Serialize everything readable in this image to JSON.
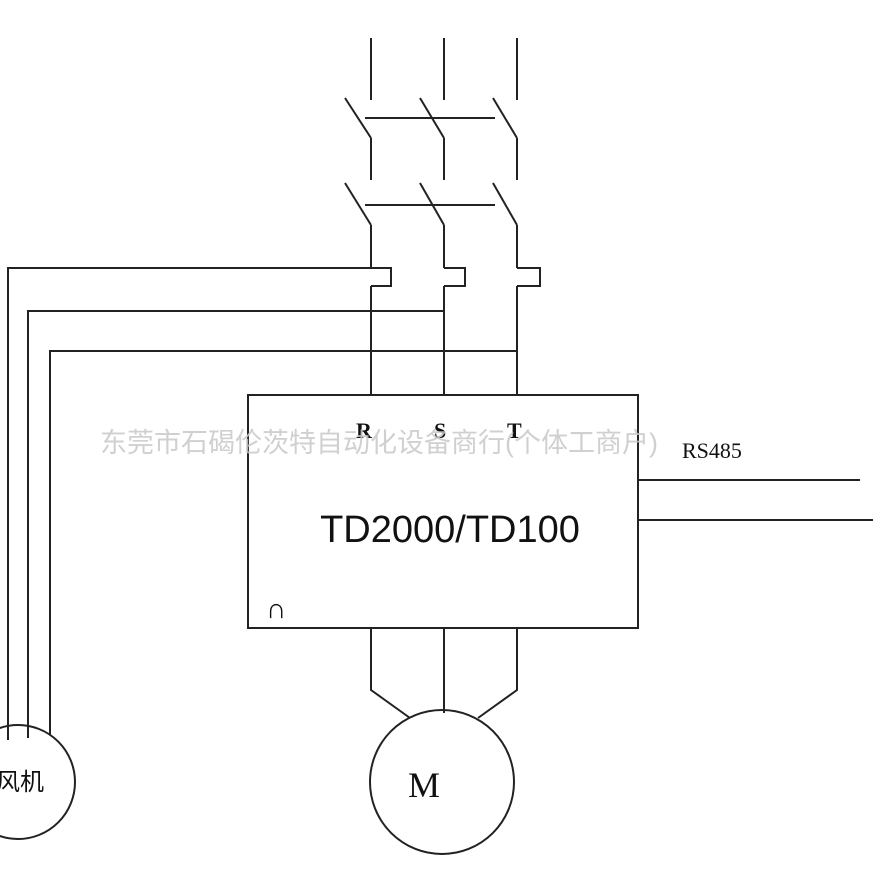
{
  "diagram": {
    "phases": [
      {
        "label": "R"
      },
      {
        "label": "S"
      },
      {
        "label": "T"
      }
    ],
    "drive_model": "TD2000/TD100",
    "drive_symbol": "∩",
    "comm_port": "RS485",
    "motor_label": "M",
    "fan_label": "风机",
    "watermark": "东莞市石碣伦茨特自动化设备商行(个体工商户)"
  },
  "colors": {
    "line": "#222222",
    "text": "#111111",
    "watermark": "#c8c8c8"
  }
}
